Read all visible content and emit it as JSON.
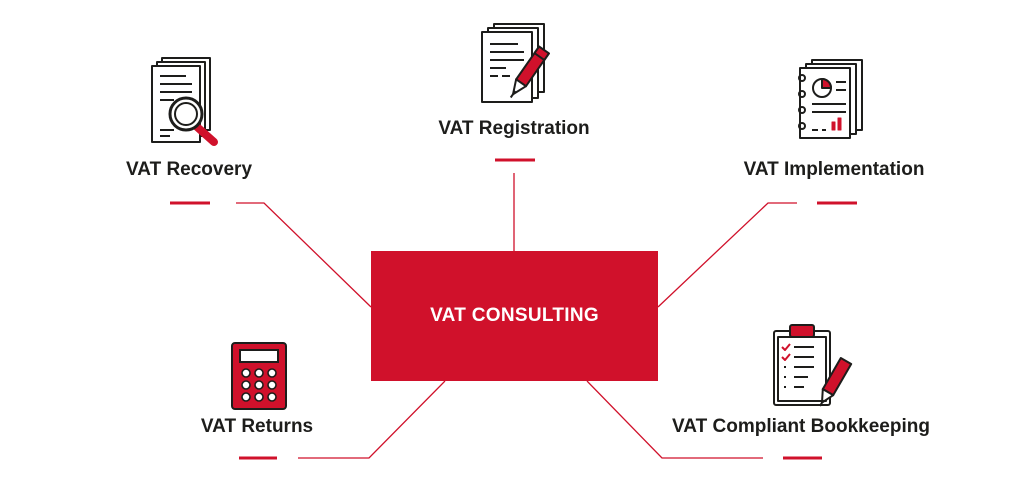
{
  "center": {
    "label": "VAT CONSULTING"
  },
  "nodes": [
    {
      "id": "registration",
      "label": "VAT Registration",
      "icon": "documents-pen-icon"
    },
    {
      "id": "recovery",
      "label": "VAT Recovery",
      "icon": "documents-magnifier-icon"
    },
    {
      "id": "implementation",
      "label": "VAT Implementation",
      "icon": "report-notebook-icon"
    },
    {
      "id": "returns",
      "label": "VAT Returns",
      "icon": "calculator-icon"
    },
    {
      "id": "bookkeeping",
      "label": "VAT Compliant Bookkeeping",
      "icon": "clipboard-checklist-icon"
    }
  ],
  "colors": {
    "accent": "#d0112b",
    "text": "#1d1d1b",
    "background": "#ffffff"
  }
}
